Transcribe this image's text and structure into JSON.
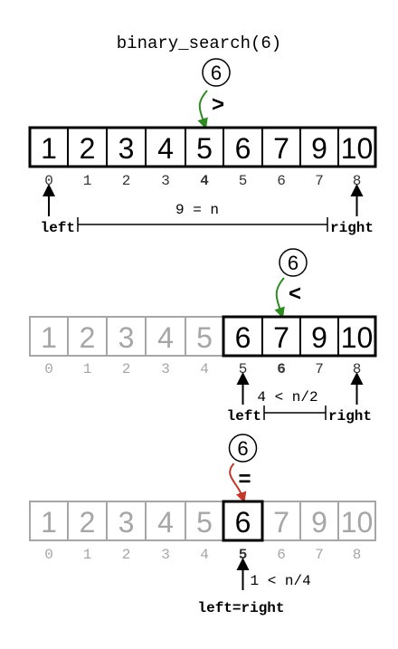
{
  "title": "binary_search(6)",
  "target": "6",
  "array": [
    "1",
    "2",
    "3",
    "4",
    "5",
    "6",
    "7",
    "9",
    "10"
  ],
  "indices": [
    "0",
    "1",
    "2",
    "3",
    "4",
    "5",
    "6",
    "7",
    "8"
  ],
  "colors": {
    "active": "#000000",
    "inactive": "#a6a6a6",
    "arrow_green": "#2e8b22",
    "arrow_red": "#c0392b"
  },
  "steps": [
    {
      "comparison": ">",
      "arrow_color": "green",
      "compared_index": 4,
      "active_range": [
        0,
        8
      ],
      "left_index": 0,
      "right_index": 8,
      "left_label": "left",
      "right_label": "right",
      "span_label": "9 = n"
    },
    {
      "comparison": "<",
      "arrow_color": "green",
      "compared_index": 6,
      "active_range": [
        5,
        8
      ],
      "left_index": 5,
      "right_index": 8,
      "left_label": "left",
      "right_label": "right",
      "span_label": "4 < n/2"
    },
    {
      "comparison": "=",
      "arrow_color": "red",
      "compared_index": 5,
      "active_range": [
        5,
        5
      ],
      "left_index": 5,
      "right_index": 5,
      "combined_label": "left=right",
      "span_label": "1 < n/4"
    }
  ]
}
